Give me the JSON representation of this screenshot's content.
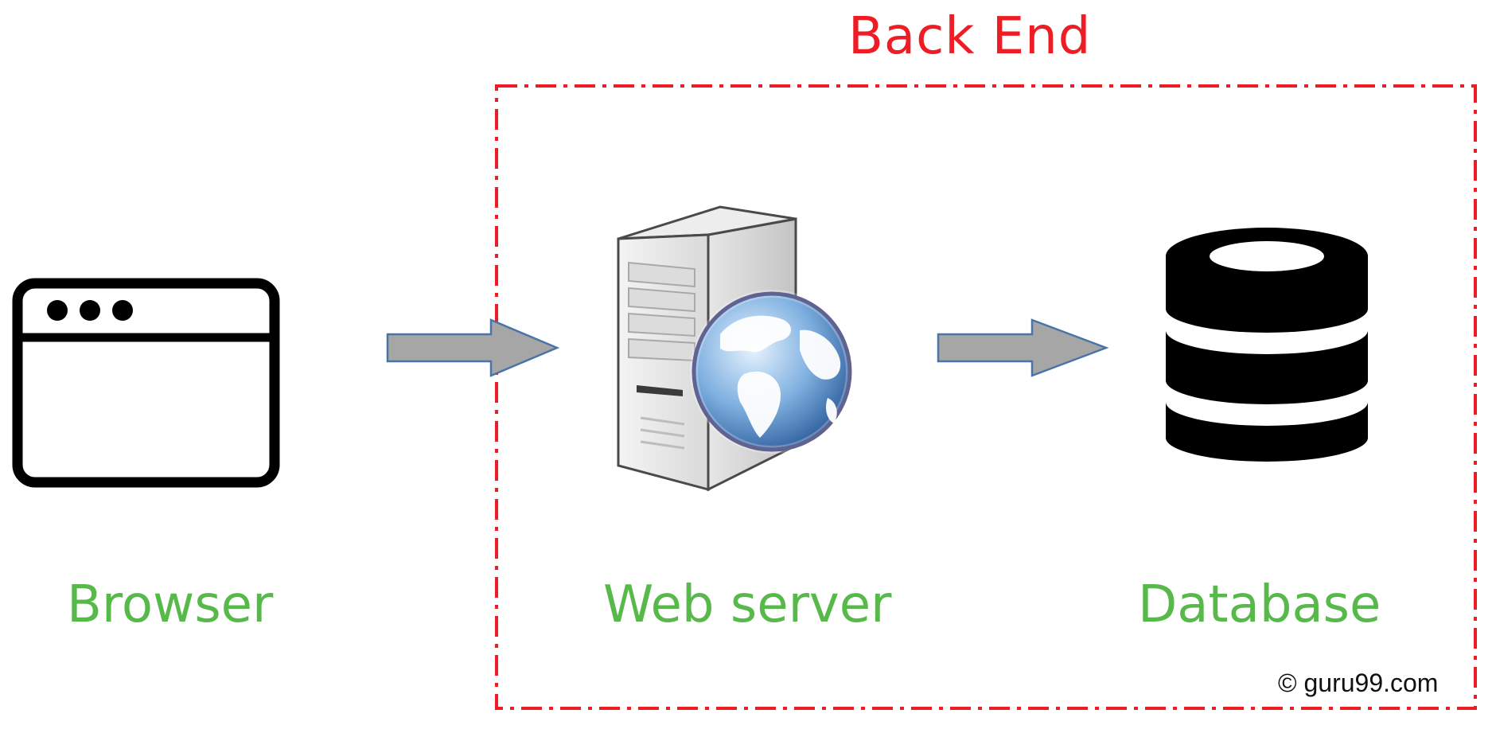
{
  "title": "Back End",
  "nodes": {
    "browser": {
      "label": "Browser",
      "icon": "browser-window-icon"
    },
    "webserver": {
      "label": "Web server",
      "icon": "web-server-globe-icon"
    },
    "database": {
      "label": "Database",
      "icon": "database-icon"
    }
  },
  "flow": [
    "browser",
    "webserver",
    "database"
  ],
  "watermark": "© guru99.com",
  "colors": {
    "title": "#ee1c24",
    "labels": "#56b94a",
    "boundary": "#ee1c24",
    "arrow_fill": "#a6a6a6",
    "arrow_stroke": "#4a74a8",
    "icon": "#000000"
  }
}
